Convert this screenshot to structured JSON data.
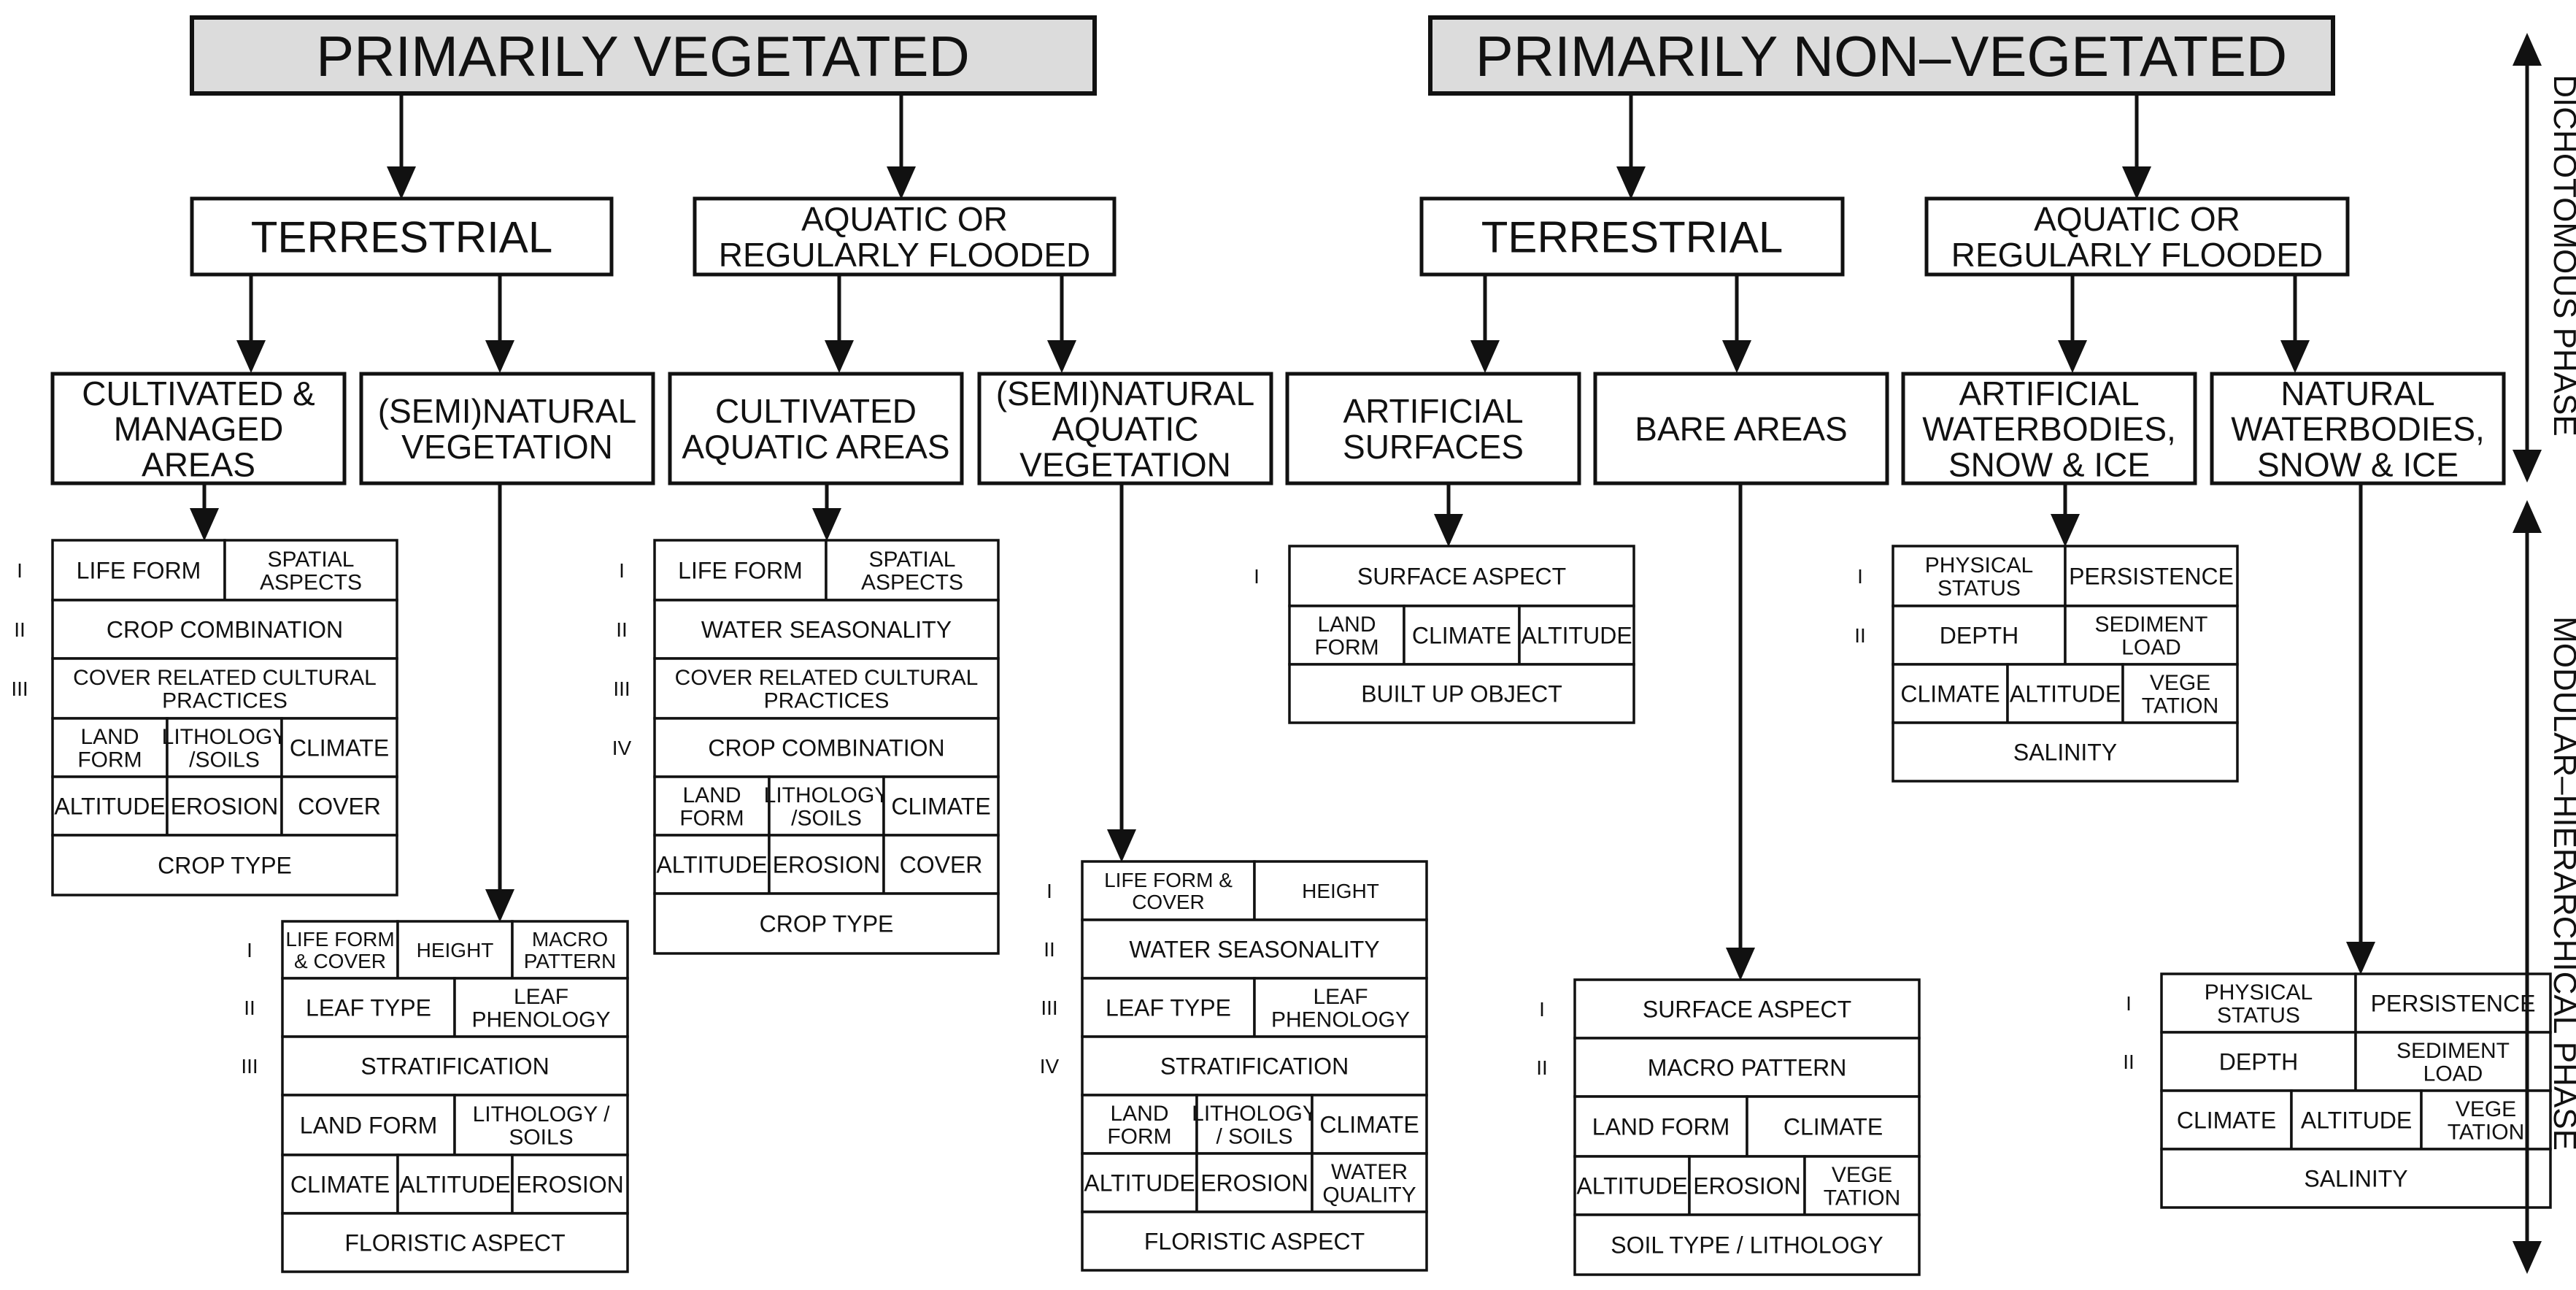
{
  "top": {
    "vegetated": "PRIMARILY VEGETATED",
    "non_vegetated": "PRIMARILY NON–VEGETATED"
  },
  "level2": {
    "terrestrial": "TERRESTRIAL",
    "aquatic": [
      "AQUATIC OR",
      "REGULARLY FLOODED"
    ]
  },
  "classes": {
    "a11": [
      "CULTIVATED &",
      "MANAGED",
      "AREAS"
    ],
    "a12": [
      "(SEMI)NATURAL",
      "VEGETATION"
    ],
    "a23": [
      "CULTIVATED",
      "AQUATIC AREAS"
    ],
    "a24": [
      "(SEMI)NATURAL",
      "AQUATIC",
      "VEGETATION"
    ],
    "b15": [
      "ARTIFICIAL",
      "SURFACES"
    ],
    "b16": [
      "BARE AREAS"
    ],
    "b27": [
      "ARTIFICIAL",
      "WATERBODIES,",
      "SNOW & ICE"
    ],
    "b28": [
      "NATURAL",
      "WATERBODIES,",
      "SNOW & ICE"
    ]
  },
  "phases": {
    "dichotomous": "DICHOTOMOUS PHASE",
    "modular": "MODULAR–HIERARCHICAL PHASE"
  },
  "roman": [
    "I",
    "II",
    "III",
    "IV"
  ],
  "tables": {
    "a11": {
      "cells": {
        "life_form": [
          "LIFE FORM"
        ],
        "spatial_aspects": [
          "SPATIAL",
          "ASPECTS"
        ],
        "crop_combination": [
          "CROP COMBINATION"
        ],
        "cover_related": [
          "COVER RELATED CULTURAL",
          "PRACTICES"
        ],
        "land_form": [
          "LAND",
          "FORM"
        ],
        "lithology_soils": [
          "LITHOLOGY",
          "/SOILS"
        ],
        "climate": [
          "CLIMATE"
        ],
        "altitude": [
          "ALTITUDE"
        ],
        "erosion": [
          "EROSION"
        ],
        "cover": [
          "COVER"
        ],
        "crop_type": [
          "CROP TYPE"
        ]
      }
    },
    "a12": {
      "cells": {
        "life_form_cover": [
          "LIFE FORM",
          "& COVER"
        ],
        "height": [
          "HEIGHT"
        ],
        "macro_pattern": [
          "MACRO",
          "PATTERN"
        ],
        "leaf_type": [
          "LEAF TYPE"
        ],
        "leaf_phenology": [
          "LEAF",
          "PHENOLOGY"
        ],
        "stratification": [
          "STRATIFICATION"
        ],
        "land_form": [
          "LAND FORM"
        ],
        "lithology_soils": [
          "LITHOLOGY /",
          "SOILS"
        ],
        "climate": [
          "CLIMATE"
        ],
        "altitude": [
          "ALTITUDE"
        ],
        "erosion": [
          "EROSION"
        ],
        "floristic_aspect": [
          "FLORISTIC ASPECT"
        ]
      }
    },
    "a23": {
      "cells": {
        "life_form": [
          "LIFE FORM"
        ],
        "spatial_aspects": [
          "SPATIAL",
          "ASPECTS"
        ],
        "water_seasonality": [
          "WATER SEASONALITY"
        ],
        "cover_related": [
          "COVER RELATED CULTURAL",
          "PRACTICES"
        ],
        "crop_combination": [
          "CROP COMBINATION"
        ],
        "land_form": [
          "LAND",
          "FORM"
        ],
        "lithology_soils": [
          "LITHOLOGY",
          "/SOILS"
        ],
        "climate": [
          "CLIMATE"
        ],
        "altitude": [
          "ALTITUDE"
        ],
        "erosion": [
          "EROSION"
        ],
        "cover": [
          "COVER"
        ],
        "crop_type": [
          "CROP TYPE"
        ]
      }
    },
    "a24": {
      "cells": {
        "life_form_cover": [
          "LIFE FORM &",
          "COVER"
        ],
        "height": [
          "HEIGHT"
        ],
        "water_seasonality": [
          "WATER SEASONALITY"
        ],
        "leaf_type": [
          "LEAF TYPE"
        ],
        "leaf_phenology": [
          "LEAF",
          "PHENOLOGY"
        ],
        "stratification": [
          "STRATIFICATION"
        ],
        "land_form": [
          "LAND",
          "FORM"
        ],
        "lithology_soils": [
          "LITHOLOGY",
          "/ SOILS"
        ],
        "climate": [
          "CLIMATE"
        ],
        "altitude": [
          "ALTITUDE"
        ],
        "erosion": [
          "EROSION"
        ],
        "water_quality": [
          "WATER",
          "QUALITY"
        ],
        "floristic_aspect": [
          "FLORISTIC ASPECT"
        ]
      }
    },
    "b15": {
      "cells": {
        "surface_aspect": [
          "SURFACE ASPECT"
        ],
        "land_form": [
          "LAND",
          "FORM"
        ],
        "climate": [
          "CLIMATE"
        ],
        "altitude": [
          "ALTITUDE"
        ],
        "built_up_object": [
          "BUILT UP OBJECT"
        ]
      }
    },
    "b16": {
      "cells": {
        "surface_aspect": [
          "SURFACE ASPECT"
        ],
        "macro_pattern": [
          "MACRO PATTERN"
        ],
        "land_form": [
          "LAND FORM"
        ],
        "climate": [
          "CLIMATE"
        ],
        "altitude": [
          "ALTITUDE"
        ],
        "erosion": [
          "EROSION"
        ],
        "vegetation": [
          "VEGE",
          "TATION"
        ],
        "soil_type": [
          "SOIL TYPE / LITHOLOGY"
        ]
      }
    },
    "b27": {
      "cells": {
        "physical_status": [
          "PHYSICAL",
          "STATUS"
        ],
        "persistence": [
          "PERSISTENCE"
        ],
        "depth": [
          "DEPTH"
        ],
        "sediment_load": [
          "SEDIMENT",
          "LOAD"
        ],
        "climate": [
          "CLIMATE"
        ],
        "altitude": [
          "ALTITUDE"
        ],
        "vegetation": [
          "VEGE",
          "TATION"
        ],
        "salinity": [
          "SALINITY"
        ]
      }
    },
    "b28": {
      "cells": {
        "physical_status": [
          "PHYSICAL",
          "STATUS"
        ],
        "persistence": [
          "PERSISTENCE"
        ],
        "depth": [
          "DEPTH"
        ],
        "sediment_load": [
          "SEDIMENT",
          "LOAD"
        ],
        "climate": [
          "CLIMATE"
        ],
        "altitude": [
          "ALTITUDE"
        ],
        "vegetation": [
          "VEGE",
          "TATION"
        ],
        "salinity": [
          "SALINITY"
        ]
      }
    }
  }
}
